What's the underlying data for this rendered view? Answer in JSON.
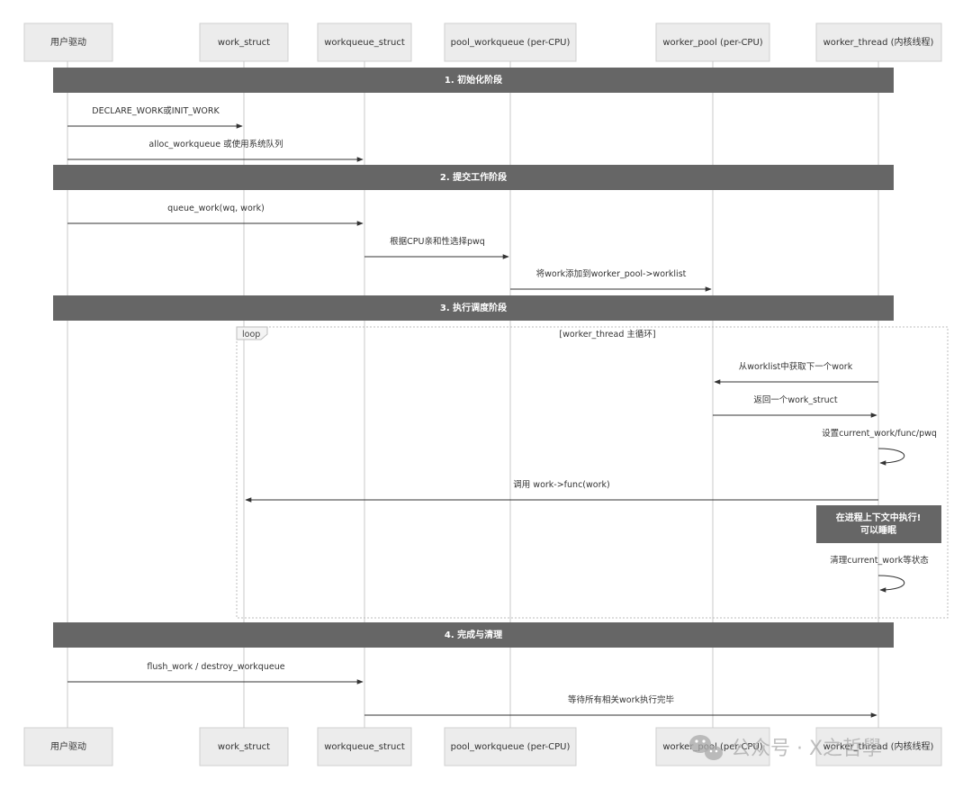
{
  "actors": [
    "用户驱动",
    "work_struct",
    "workqueue_struct",
    "pool_workqueue (per-CPU)",
    "worker_pool (per-CPU)",
    "worker_thread (内核线程)"
  ],
  "phases": [
    "1. 初始化阶段",
    "2. 提交工作阶段",
    "3. 执行调度阶段",
    "4. 完成与清理"
  ],
  "messages": [
    {
      "from": 0,
      "to": 1,
      "label": "DECLARE_WORK或INIT_WORK"
    },
    {
      "from": 0,
      "to": 2,
      "label": "alloc_workqueue 或使用系统队列"
    },
    {
      "from": 0,
      "to": 2,
      "label": "queue_work(wq, work)"
    },
    {
      "from": 2,
      "to": 3,
      "label": "根据CPU亲和性选择pwq"
    },
    {
      "from": 3,
      "to": 4,
      "label": "将work添加到worker_pool->worklist"
    },
    {
      "from": 5,
      "to": 4,
      "label": "从worklist中获取下一个work"
    },
    {
      "from": 4,
      "to": 5,
      "label": "返回一个work_struct"
    },
    {
      "from": 5,
      "to": 5,
      "label": "设置current_work/func/pwq"
    },
    {
      "from": 5,
      "to": 1,
      "label": "调用 work->func(work)"
    },
    {
      "from": 5,
      "to": 5,
      "label": "清理current_work等状态"
    },
    {
      "from": 0,
      "to": 2,
      "label": "flush_work / destroy_workqueue"
    },
    {
      "from": 2,
      "to": 5,
      "label": "等待所有相关work执行完毕"
    }
  ],
  "loop": {
    "tag": "loop",
    "condition": "[worker_thread 主循环]"
  },
  "note": {
    "lines": [
      "在进程上下文中执行!",
      "可以睡眠"
    ]
  },
  "watermark": {
    "icon": "wechat-icon",
    "text": "公众号 · X之哲學"
  },
  "colors": {
    "phase_bar": "#666666",
    "actor_box": "#ececec",
    "line": "#333333"
  }
}
